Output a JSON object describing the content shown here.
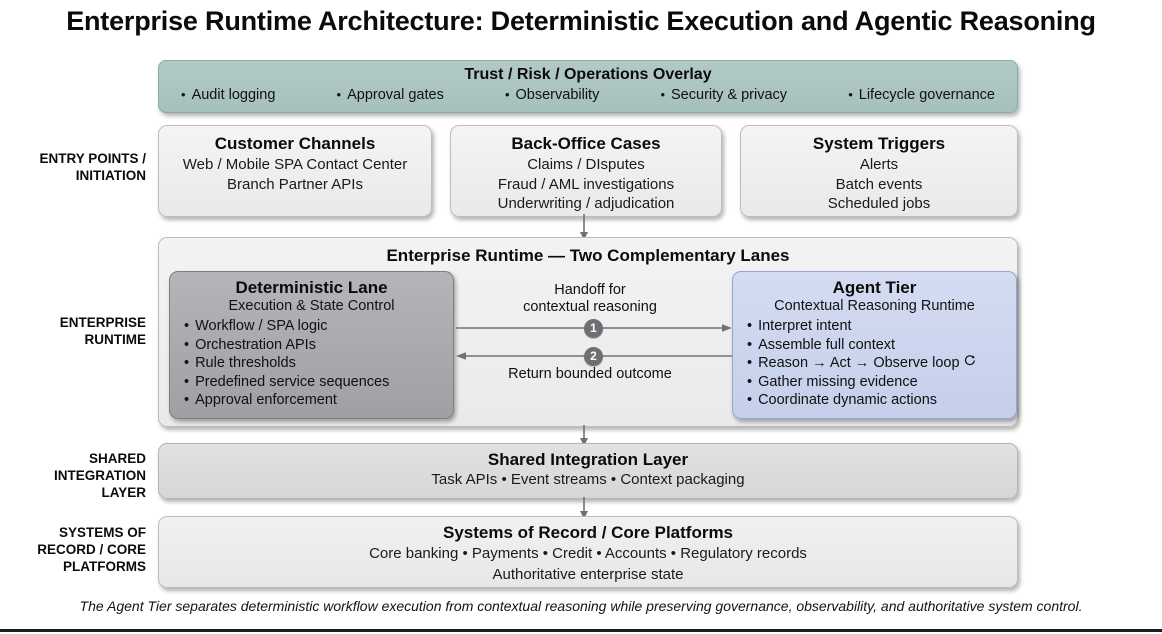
{
  "title": "Enterprise Runtime Architecture: Deterministic Execution and Agentic Reasoning",
  "overlay": {
    "heading": "Trust / Risk / Operations Overlay",
    "items": [
      "Audit logging",
      "Approval gates",
      "Observability",
      "Security & privacy",
      "Lifecycle governance"
    ],
    "color": "#a6c0bc"
  },
  "row_labels": {
    "entry": "ENTRY POINTS /\nINITIATION",
    "entry_line1": "ENTRY POINTS /",
    "entry_line2": "INITIATION",
    "runtime_line1": "ENTERPRISE",
    "runtime_line2": "RUNTIME",
    "shared_line1": "SHARED",
    "shared_line2": "INTEGRATION",
    "shared_line3": "LAYER",
    "sor_line1": "SYSTEMS OF",
    "sor_line2": "RECORD / CORE",
    "sor_line3": "PLATFORMS"
  },
  "entry_points": [
    {
      "heading": "Customer Channels",
      "body": "Web / Mobile SPA Contact Center    Branch Partner APIs"
    },
    {
      "heading": "Back-Office Cases",
      "body": "Claims / DIsputes\nFraud / AML investigations\nUnderwriting / adjudication"
    },
    {
      "heading": "System Triggers",
      "body": "Alerts\nBatch events\nScheduled jobs"
    }
  ],
  "runtime": {
    "heading": "Enterprise Runtime — Two Complementary Lanes",
    "deterministic_lane": {
      "heading": "Deterministic Lane",
      "subheading": "Execution & State Control",
      "color": "#a6a8ab",
      "items": [
        "Workflow / SPA logic",
        "Orchestration APIs",
        "Rule thresholds",
        "Predefined service sequences",
        "Approval enforcement"
      ]
    },
    "agent_tier": {
      "heading": "Agent Tier",
      "subheading": "Contextual Reasoning Runtime",
      "color": "#c5cfea",
      "items": [
        "Interpret intent",
        "Assemble full context",
        "Reason → Act → Observe loop",
        "Gather missing evidence",
        "Coordinate dynamic actions"
      ],
      "loop_icon": "circular-loop-icon"
    },
    "handoff": {
      "forward_label_line1": "Handoff for",
      "forward_label_line2": "contextual reasoning",
      "forward_badge": "1",
      "return_label": "Return bounded outcome",
      "return_badge": "2"
    }
  },
  "shared_layer": {
    "heading": "Shared Integration Layer",
    "body": "Task APIs  •  Event streams  •  Context packaging"
  },
  "systems_of_record": {
    "heading": "Systems of Record / Core Platforms",
    "body_line1": "Core banking  •  Payments  •  Credit  •  Accounts  •  Regulatory records",
    "body_line2": "Authoritative enterprise state"
  },
  "footer": "The Agent Tier separates deterministic workflow execution from contextual reasoning while preserving governance, observability, and authoritative system control."
}
